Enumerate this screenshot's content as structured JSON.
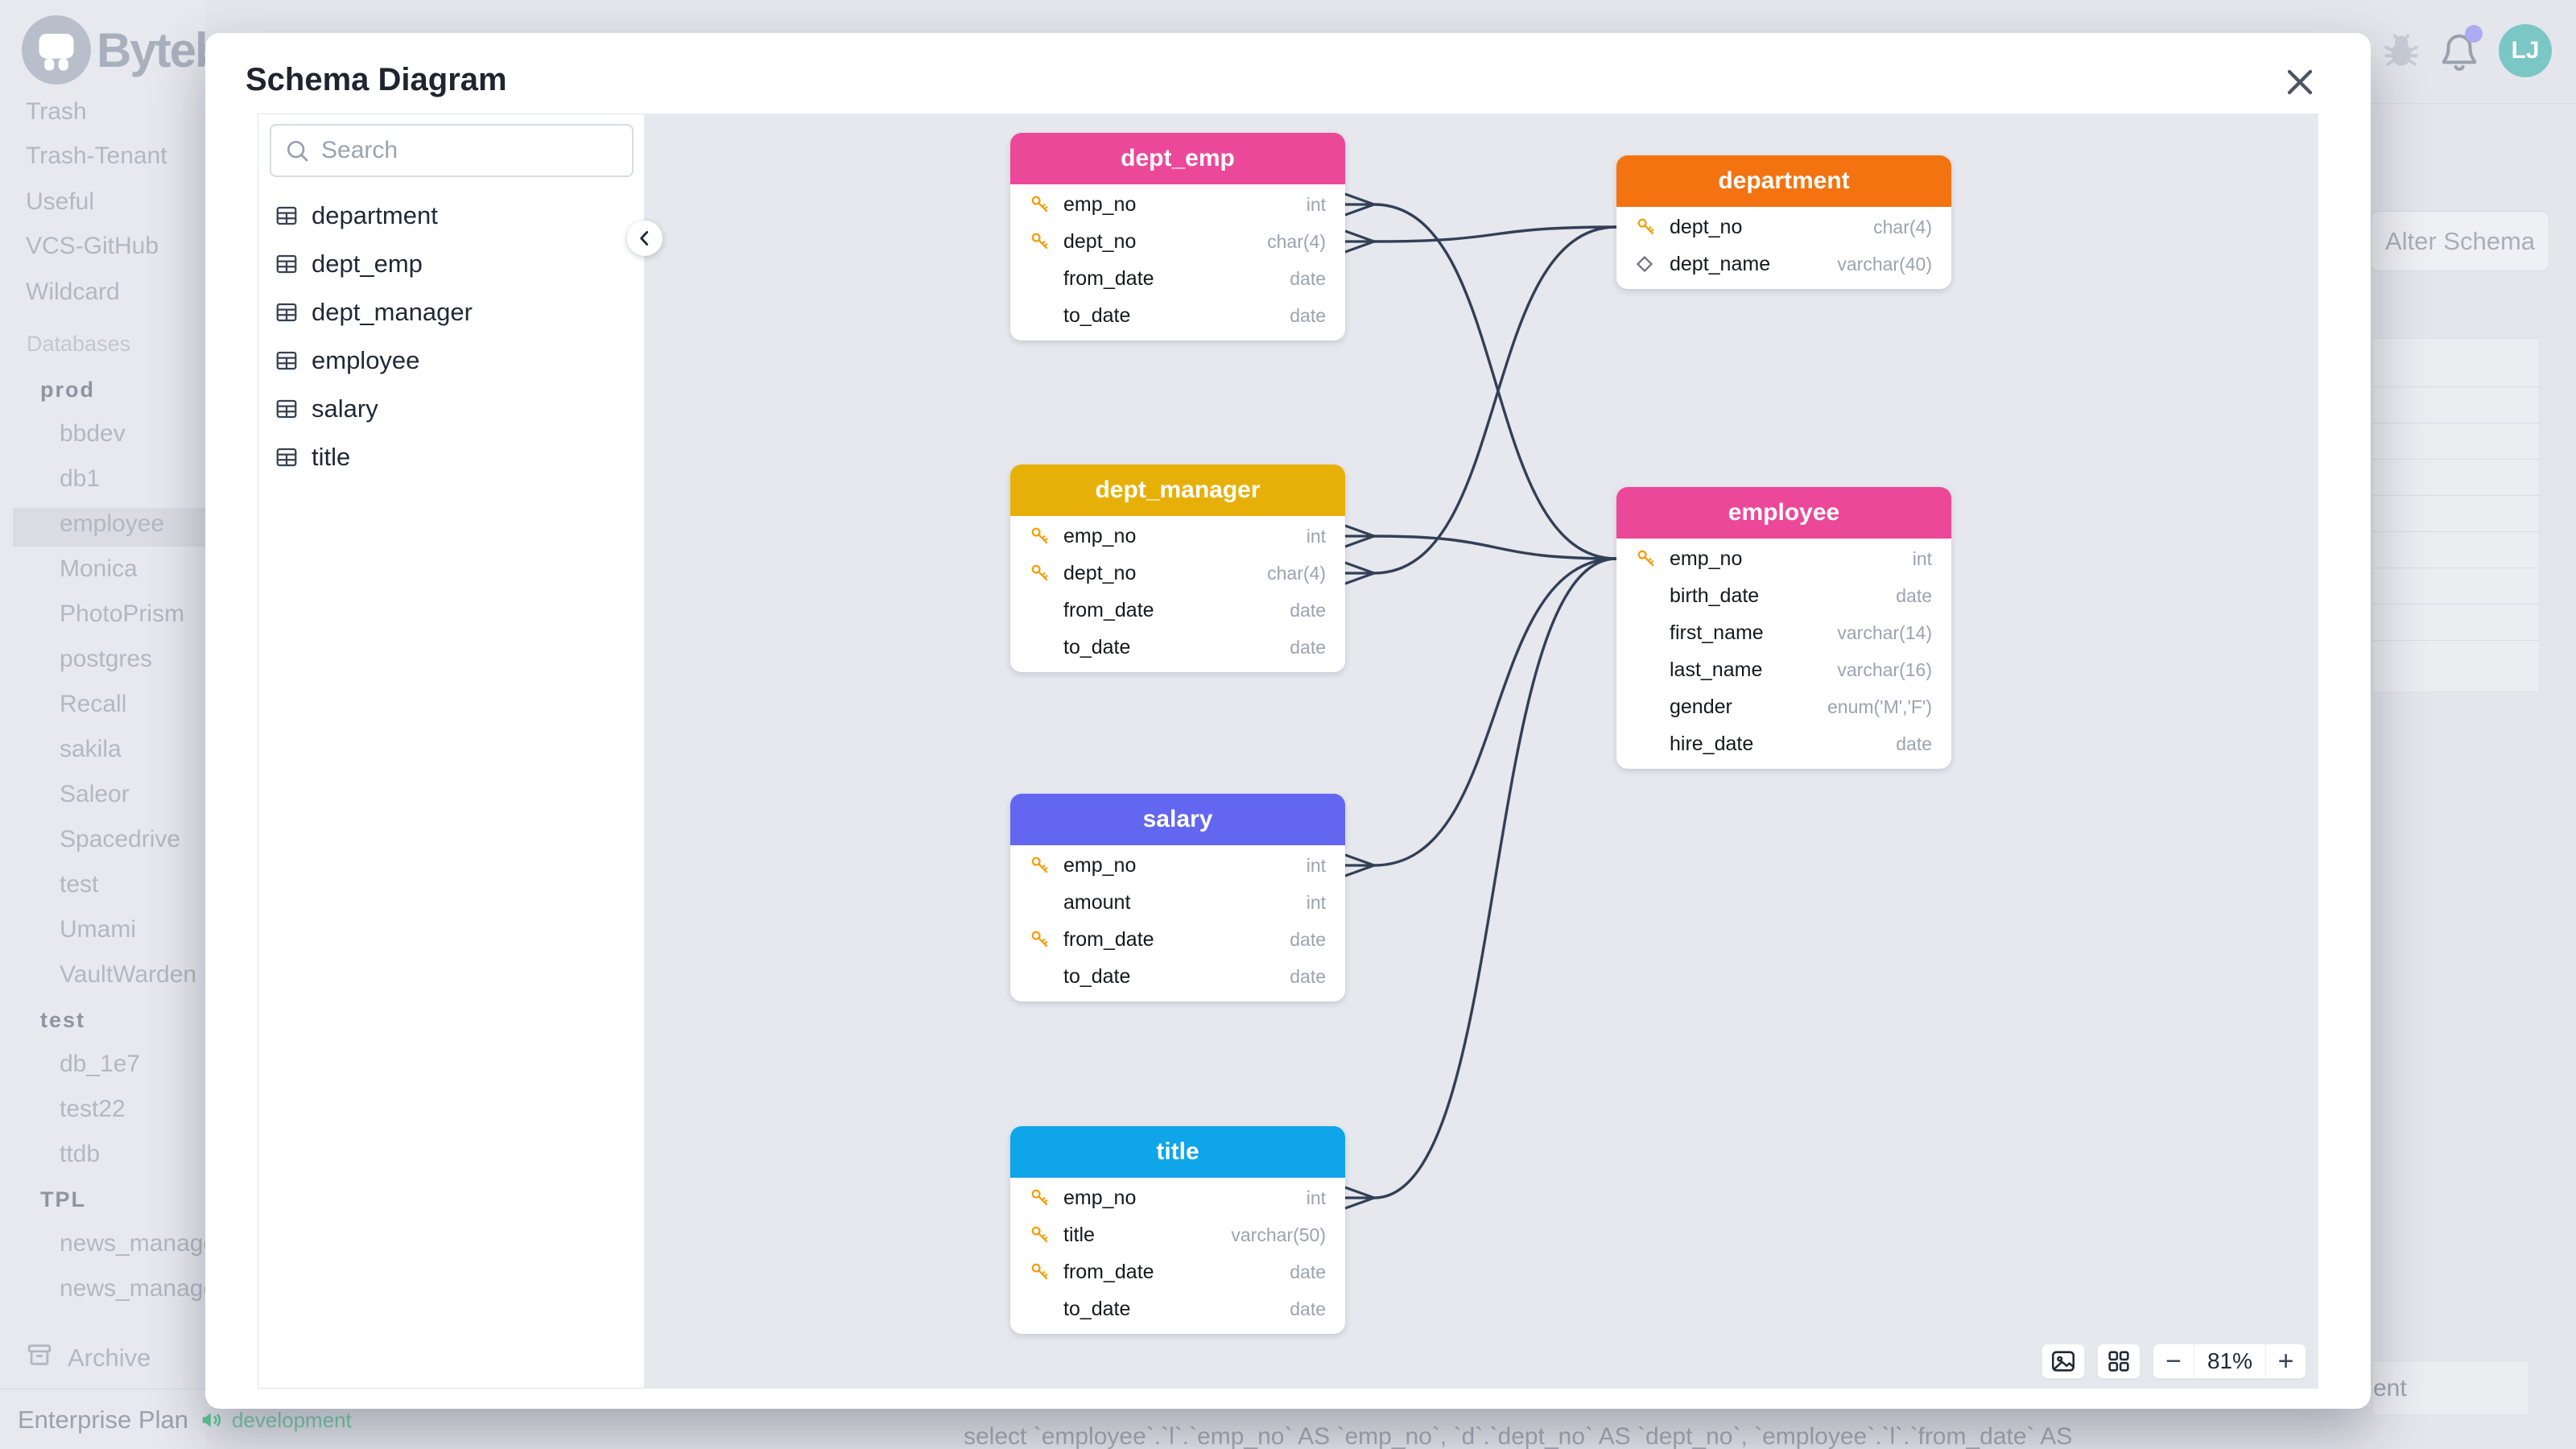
{
  "app": {
    "brand": "Bytebase",
    "avatar_initials": "LJ"
  },
  "background": {
    "sidebar": {
      "top_items": [
        "Trash",
        "Trash-Tenant",
        "Useful",
        "VCS-GitHub",
        "Wildcard"
      ],
      "section_label": "Databases",
      "groups": [
        {
          "name": "prod",
          "databases": [
            "bbdev",
            "db1",
            "employee",
            "Monica",
            "PhotoPrism",
            "postgres",
            "Recall",
            "sakila",
            "Saleor",
            "Spacedrive",
            "test",
            "Umami",
            "VaultWarden"
          ],
          "selected": "employee"
        },
        {
          "name": "test",
          "databases": [
            "db_1e7",
            "test22",
            "ttdb"
          ],
          "selected": ""
        },
        {
          "name": "TPL",
          "databases": [
            "news_manage",
            "news_manage"
          ],
          "selected": ""
        }
      ],
      "archive_label": "Archive",
      "plan_label": "Enterprise Plan",
      "environment_label": "development"
    },
    "alter_schema_button": "Alter Schema",
    "sql_preview": "select `employee`.`l`.`emp_no` AS `emp_no`, `d`.`dept_no` AS `dept_no`, `employee`.`l`.`from_date` AS",
    "clipped_fragment": "ent"
  },
  "modal": {
    "title": "Schema Diagram",
    "search_placeholder": "Search",
    "table_list": [
      "department",
      "dept_emp",
      "dept_manager",
      "employee",
      "salary",
      "title"
    ],
    "zoom": {
      "level": "81%",
      "zoom_out": "−",
      "zoom_in": "+"
    },
    "colors": {
      "pink": "#ec4899",
      "orange": "#f47311",
      "gold": "#e7b008",
      "indigo": "#6366f1",
      "sky": "#0ea5e9",
      "edge": "#324057",
      "key": "#f59e0b"
    },
    "tables": [
      {
        "name": "dept_emp",
        "color": "#ec4899",
        "columns": [
          {
            "name": "emp_no",
            "type": "int",
            "key": true
          },
          {
            "name": "dept_no",
            "type": "char(4)",
            "key": true
          },
          {
            "name": "from_date",
            "type": "date"
          },
          {
            "name": "to_date",
            "type": "date"
          }
        ]
      },
      {
        "name": "department",
        "color": "#f47311",
        "columns": [
          {
            "name": "dept_no",
            "type": "char(4)",
            "key": true
          },
          {
            "name": "dept_name",
            "type": "varchar(40)",
            "unique": true
          }
        ]
      },
      {
        "name": "dept_manager",
        "color": "#e7b008",
        "columns": [
          {
            "name": "emp_no",
            "type": "int",
            "key": true
          },
          {
            "name": "dept_no",
            "type": "char(4)",
            "key": true
          },
          {
            "name": "from_date",
            "type": "date"
          },
          {
            "name": "to_date",
            "type": "date"
          }
        ]
      },
      {
        "name": "employee",
        "color": "#ec4899",
        "columns": [
          {
            "name": "emp_no",
            "type": "int",
            "key": true
          },
          {
            "name": "birth_date",
            "type": "date"
          },
          {
            "name": "first_name",
            "type": "varchar(14)"
          },
          {
            "name": "last_name",
            "type": "varchar(16)"
          },
          {
            "name": "gender",
            "type": "enum('M','F')"
          },
          {
            "name": "hire_date",
            "type": "date"
          }
        ]
      },
      {
        "name": "salary",
        "color": "#6366f1",
        "columns": [
          {
            "name": "emp_no",
            "type": "int",
            "key": true
          },
          {
            "name": "amount",
            "type": "int"
          },
          {
            "name": "from_date",
            "type": "date",
            "key": true
          },
          {
            "name": "to_date",
            "type": "date"
          }
        ]
      },
      {
        "name": "title",
        "color": "#0ea5e9",
        "columns": [
          {
            "name": "emp_no",
            "type": "int",
            "key": true
          },
          {
            "name": "title",
            "type": "varchar(50)",
            "key": true
          },
          {
            "name": "from_date",
            "type": "date",
            "key": true
          },
          {
            "name": "to_date",
            "type": "date"
          }
        ]
      }
    ],
    "relations": [
      {
        "from": "dept_emp.emp_no",
        "to": "employee.emp_no"
      },
      {
        "from": "dept_emp.dept_no",
        "to": "department.dept_no"
      },
      {
        "from": "dept_manager.emp_no",
        "to": "employee.emp_no"
      },
      {
        "from": "dept_manager.dept_no",
        "to": "department.dept_no"
      },
      {
        "from": "salary.emp_no",
        "to": "employee.emp_no"
      },
      {
        "from": "title.emp_no",
        "to": "employee.emp_no"
      }
    ]
  }
}
